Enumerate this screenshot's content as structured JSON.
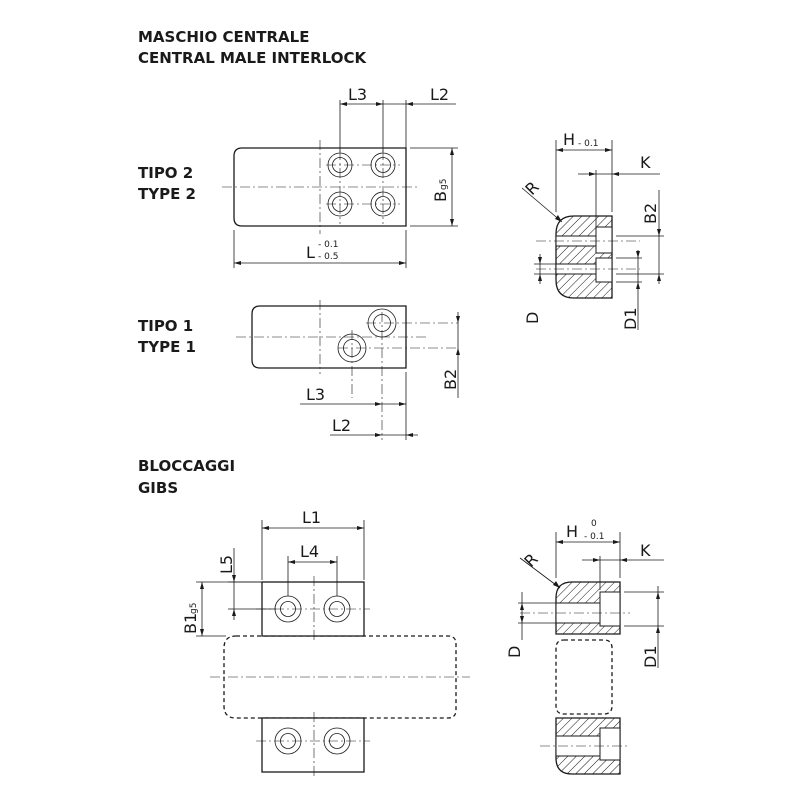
{
  "headings": {
    "central_it": "MASCHIO CENTRALE",
    "central_en": "CENTRAL MALE INTERLOCK",
    "type2_it": "TIPO 2",
    "type2_en": "TYPE 2",
    "type1_it": "TIPO 1",
    "type1_en": "TYPE 1",
    "gibs_it": "BLOCCAGGI",
    "gibs_en": "GIBS"
  },
  "type2_dims": {
    "L3": "L3",
    "L2": "L2",
    "B": "B",
    "B_sub": "g5",
    "L": "L",
    "L_tol_upper": "- 0.1",
    "L_tol_lower": "- 0.5"
  },
  "type1_dims": {
    "L3": "L3",
    "L2": "L2",
    "B2": "B2"
  },
  "section_top": {
    "H": "H",
    "H_tol": "- 0.1",
    "K": "K",
    "R": "R",
    "B2": "B2",
    "D": "D",
    "D1": "D1"
  },
  "gibs_dims": {
    "L1": "L1",
    "L4": "L4",
    "L5": "L5",
    "B1": "B1",
    "B1_sub": "g5"
  },
  "section_gib": {
    "H": "H",
    "H_tol_upper": "0",
    "H_tol_lower": "- 0.1",
    "K": "K",
    "R": "R",
    "D": "D",
    "D1": "D1"
  }
}
